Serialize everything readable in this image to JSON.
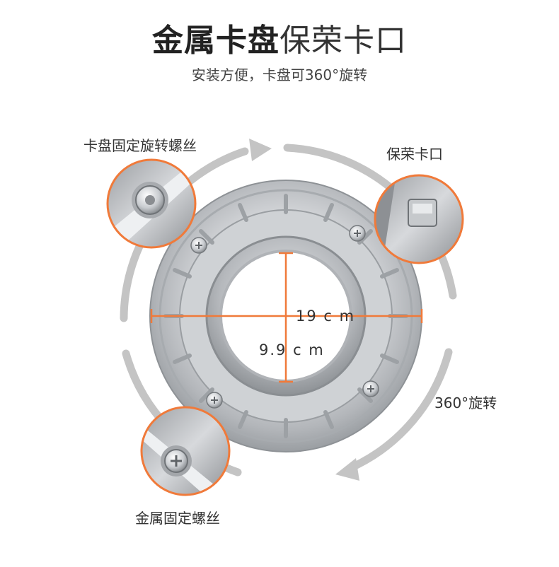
{
  "header": {
    "title_bold": "金属卡盘",
    "title_light": "保荣卡口",
    "subtitle": "安装方便，卡盘可360°旋转"
  },
  "callouts": {
    "top_left": "卡盘固定旋转螺丝",
    "top_right": "保荣卡口",
    "bottom_left": "金属固定螺丝",
    "right": "360°旋转"
  },
  "dimensions": {
    "outer": "19 c m",
    "inner": "9.9 c m"
  },
  "colors": {
    "accent": "#f07a3a",
    "arrow": "#c4c4c4",
    "metal_light": "#e4e6e8",
    "metal_mid": "#b9bcc0",
    "metal_dark": "#8c9094"
  },
  "icons": [
    "rotation-arrow-icon",
    "screw-icon",
    "bayonet-lug-icon"
  ]
}
